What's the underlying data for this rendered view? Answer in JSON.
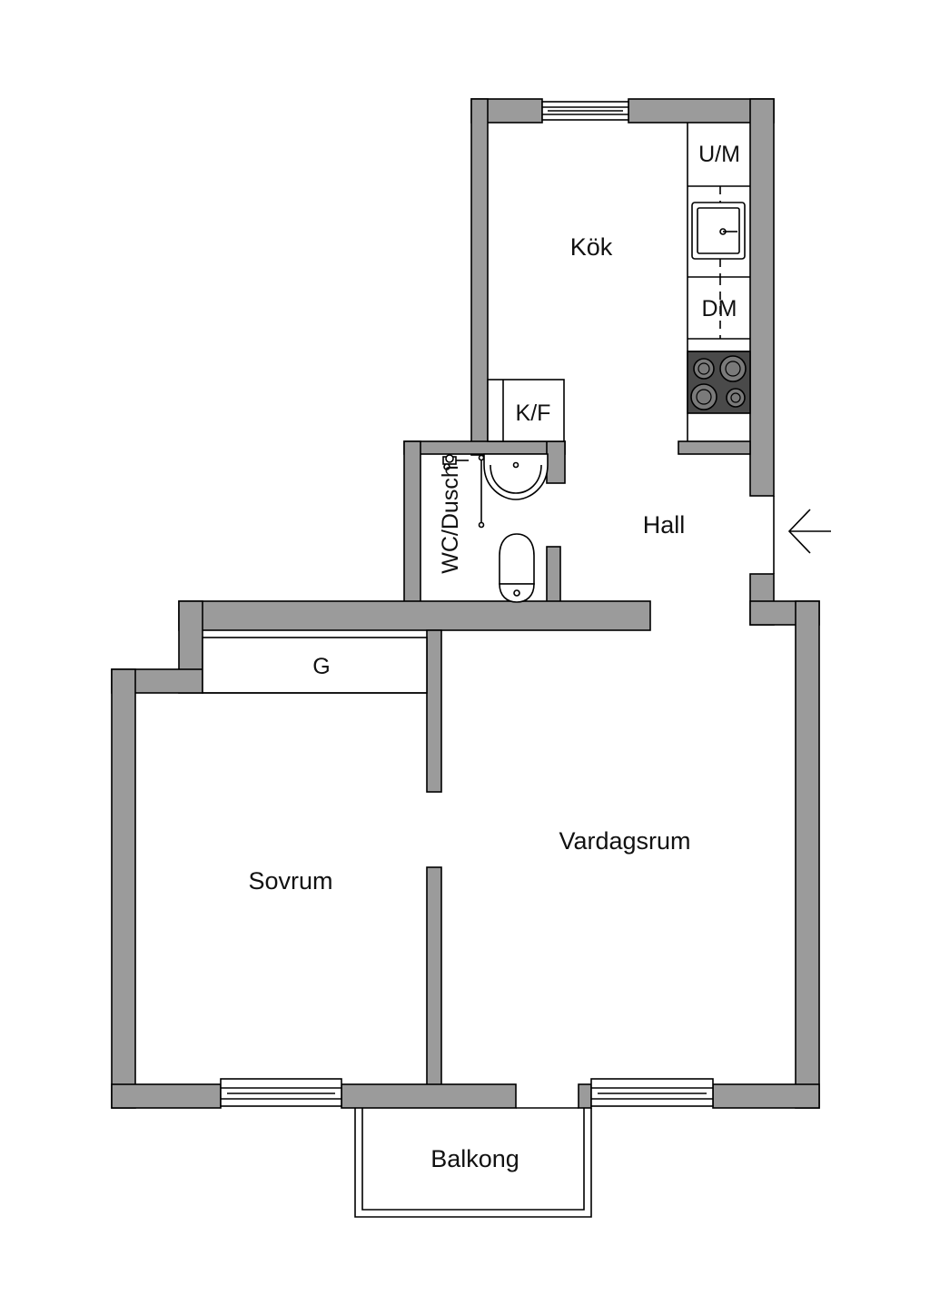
{
  "rooms": {
    "kok": "Kök",
    "hall": "Hall",
    "wc": "WC/Dusch",
    "vardagsrum": "Vardagsrum",
    "sovrum": "Sovrum",
    "balkong": "Balkong"
  },
  "appliances": {
    "um": "U/M",
    "dm": "DM",
    "kf": "K/F",
    "g": "G"
  },
  "colors": {
    "wall_fill": "#9b9b9b",
    "stove_top": "#4a4a4a"
  },
  "icons": {
    "entrance": "arrow-left-icon",
    "sink": "sink-icon",
    "stove": "stove-icon",
    "toilet": "toilet-icon",
    "washbasin": "washbasin-icon",
    "shower": "shower-icon"
  }
}
